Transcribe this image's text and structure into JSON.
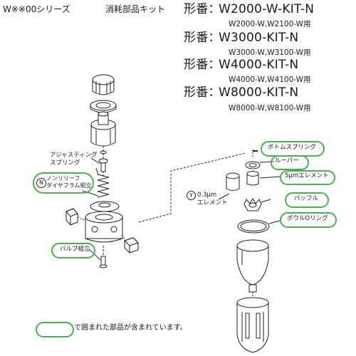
{
  "header": {
    "series": "W※※00シリーズ",
    "kit_title": "消耗部品キット",
    "model_prefix": "形番：",
    "models": [
      {
        "code": "W2000-W-KIT-N",
        "applies": "W2000-W,W2100-W用"
      },
      {
        "code": "W3000-KIT-N",
        "applies": "W3000-W,W3100-W用"
      },
      {
        "code": "W4000-KIT-N",
        "applies": "W4000-W,W4100-W用"
      },
      {
        "code": "W8000-KIT-N",
        "applies": "W8000-W,W8100-W用"
      }
    ]
  },
  "left_labels": {
    "adjusting_spring_line1": "アジャスティング",
    "adjusting_spring_line2": "スプリング",
    "n_marker": "N",
    "diaphragm_line1": "ノンリリーフ",
    "diaphragm_line2": "ダイヤフラム組立",
    "valve": "バルブ組立"
  },
  "right_labels": {
    "bottom_spring": "ボトムスプリング",
    "louver": "ルーバー",
    "element_5um": "5μmエレメント",
    "y_marker": "Y",
    "element_03_line1": "0.3μm",
    "element_03_line2": "エレメント",
    "baffle": "バッフル",
    "bowl_o_ring": "ボウルOリング"
  },
  "legend": {
    "text": "で囲まれた部品が含まれています。"
  },
  "colors": {
    "highlight": "#4caf50",
    "line": "#222222"
  }
}
